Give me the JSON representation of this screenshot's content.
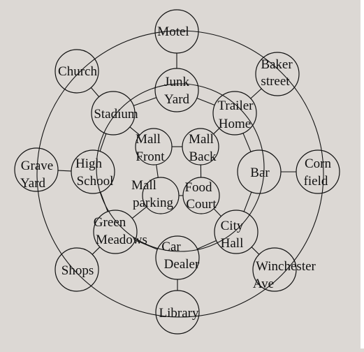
{
  "nodes": [
    {
      "id": "motel",
      "lines": [
        "Motel"
      ]
    },
    {
      "id": "church",
      "lines": [
        "Church"
      ]
    },
    {
      "id": "baker-street",
      "lines": [
        "Baker",
        "street"
      ]
    },
    {
      "id": "junk-yard",
      "lines": [
        "Junk",
        "Yard"
      ]
    },
    {
      "id": "stadium",
      "lines": [
        "Stadium"
      ]
    },
    {
      "id": "trailer-home",
      "lines": [
        "Trailer",
        "Home"
      ]
    },
    {
      "id": "mall-front",
      "lines": [
        "Mall",
        "Front"
      ]
    },
    {
      "id": "mall-back",
      "lines": [
        "Mall",
        "Back"
      ]
    },
    {
      "id": "grave-yard",
      "lines": [
        "Grave",
        "Yard"
      ]
    },
    {
      "id": "high-school",
      "lines": [
        "High",
        "School"
      ]
    },
    {
      "id": "bar",
      "lines": [
        "Bar"
      ]
    },
    {
      "id": "corn-field",
      "lines": [
        "Corn",
        "field"
      ]
    },
    {
      "id": "mall-parking",
      "lines": [
        "Mall",
        "parking"
      ]
    },
    {
      "id": "food-court",
      "lines": [
        "Food",
        "Court"
      ]
    },
    {
      "id": "green-meadows",
      "lines": [
        "Green",
        "Meadows"
      ]
    },
    {
      "id": "city-hall",
      "lines": [
        "City",
        "Hall"
      ]
    },
    {
      "id": "car-dealer",
      "lines": [
        "Car",
        "Dealer"
      ]
    },
    {
      "id": "shops",
      "lines": [
        "Shops"
      ]
    },
    {
      "id": "winchester-ave",
      "lines": [
        "Winchester",
        "Ave"
      ]
    },
    {
      "id": "library",
      "lines": [
        "Library"
      ]
    }
  ],
  "edges": [
    [
      "motel",
      "junk-yard"
    ],
    [
      "junk-yard",
      "stadium"
    ],
    [
      "junk-yard",
      "trailer-home"
    ],
    [
      "church",
      "stadium"
    ],
    [
      "baker-street",
      "trailer-home"
    ],
    [
      "stadium",
      "mall-front"
    ],
    [
      "trailer-home",
      "mall-back"
    ],
    [
      "trailer-home",
      "bar"
    ],
    [
      "stadium",
      "high-school"
    ],
    [
      "mall-front",
      "mall-back"
    ],
    [
      "mall-front",
      "mall-parking"
    ],
    [
      "mall-back",
      "food-court"
    ],
    [
      "mall-parking",
      "food-court"
    ],
    [
      "grave-yard",
      "high-school"
    ],
    [
      "bar",
      "corn-field"
    ],
    [
      "high-school",
      "green-meadows"
    ],
    [
      "mall-parking",
      "green-meadows"
    ],
    [
      "food-court",
      "city-hall"
    ],
    [
      "bar",
      "city-hall"
    ],
    [
      "green-meadows",
      "car-dealer"
    ],
    [
      "car-dealer",
      "city-hall"
    ],
    [
      "city-hall",
      "winchester-ave"
    ],
    [
      "car-dealer",
      "library"
    ],
    [
      "green-meadows",
      "shops"
    ]
  ]
}
